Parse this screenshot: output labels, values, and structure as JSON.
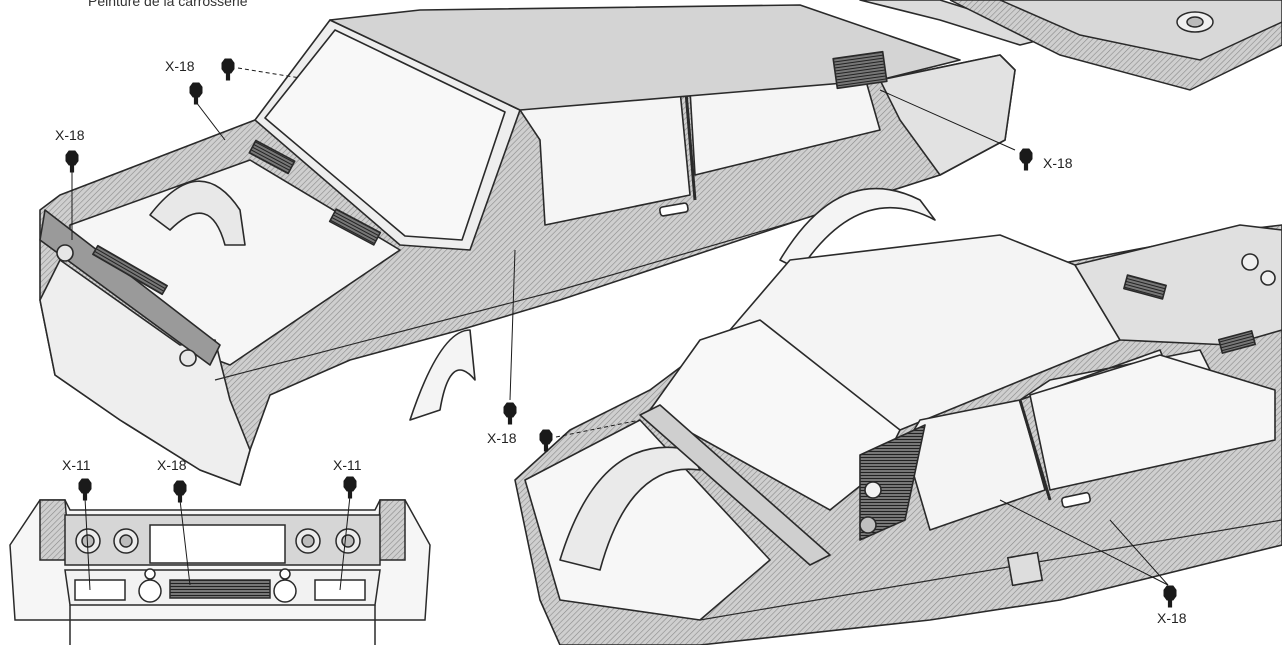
{
  "header_text": "Peinture de la carrosserie",
  "callout_labels": [
    "X-18",
    "X-18",
    "X-18",
    "X-18",
    "X-18",
    "X-11",
    "X-18",
    "X-11"
  ],
  "colors": {
    "line": "#2a2a2a",
    "body_fill": "#d9d9d9",
    "roof_fill": "#f4f4f4",
    "shade_fill": "#b8b8b8",
    "dark_fill": "#555555",
    "screw": "#1a1a1a"
  },
  "icons": [
    "screw-marker-icon"
  ]
}
